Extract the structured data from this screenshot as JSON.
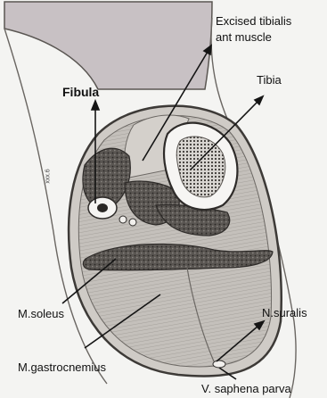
{
  "labels": {
    "excised": "Excised tibialis",
    "excised2": "ant muscle",
    "tibia": "Tibia",
    "fibula": "Fibula",
    "soleus": "M.soleus",
    "suralis": "N.suralis",
    "gastrocnemius": "M.gastrocnemius",
    "saphena": "V. saphena parva",
    "signature": "xxx.6"
  },
  "colors": {
    "skin": "#d8d5d1",
    "muscle": "#bdbab5",
    "dark_muscle": "#5e5a55",
    "bone": "#f4f3f1",
    "marrow": "#2a2725"
  }
}
